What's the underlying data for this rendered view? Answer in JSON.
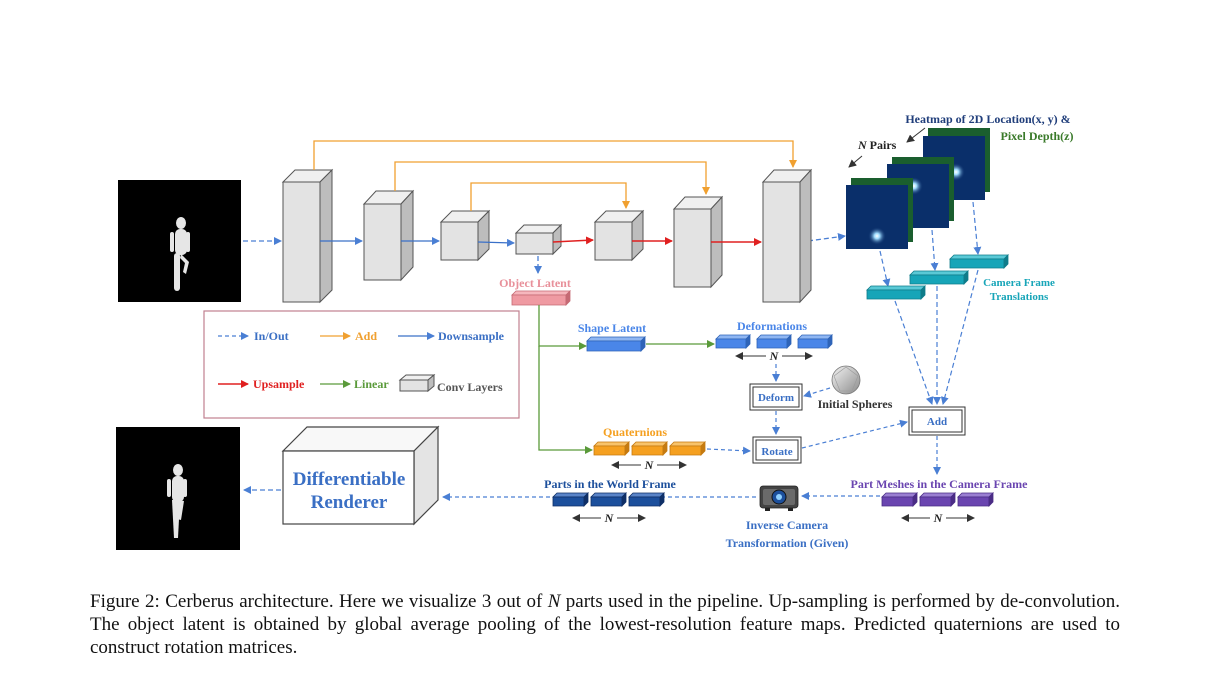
{
  "labels": {
    "heatmap_title": "Heatmap of 2D Location(x, y) &",
    "pixel_depth": "Pixel Depth(z)",
    "n_pairs_var": "N",
    "n_pairs_text": " Pairs",
    "object_latent": "Object Latent",
    "shape_latent": "Shape Latent",
    "deformations": "Deformations",
    "quaternions": "Quaternions",
    "camera_frame_translations_line1": "Camera Frame",
    "camera_frame_translations_line2": "Translations",
    "deform": "Deform",
    "rotate": "Rotate",
    "add": "Add",
    "initial_spheres": "Initial Spheres",
    "part_meshes_camera": "Part Meshes in the Camera Frame",
    "parts_world_frame": "Parts in the World Frame",
    "inverse_camera_line1": "Inverse Camera",
    "inverse_camera_line2": "Transformation (Given)",
    "renderer_line1": "Differentiable",
    "renderer_line2": "Renderer",
    "n_marker": "N"
  },
  "legend": {
    "in_out": "In/Out",
    "add": "Add",
    "downsample": "Downsample",
    "upsample": "Upsample",
    "linear": "Linear",
    "conv_layers": "Conv Layers"
  },
  "colors": {
    "in_out": "#4a7fd4",
    "add": "#f0a030",
    "downsample": "#3a70c8",
    "upsample": "#e02020",
    "linear": "#5a9a3a",
    "heatmap_title": "#1f3d7a",
    "pixel_depth": "#3a7a2a",
    "object_latent": "#e8909a",
    "shape_latent": "#4a86e8",
    "quaternions": "#f5a020",
    "camera_translations": "#17a5b8",
    "part_meshes": "#6a45b0",
    "world_parts": "#1c4f9c",
    "renderer_text": "#3a6fc4"
  },
  "caption": {
    "before_n": "Figure 2: Cerberus architecture. Here we visualize 3 out of ",
    "n_symbol": "N",
    "after_n": " parts used in the pipeline. Up-sampling is performed by de-convolution. The object latent is obtained by global average pooling of the lowest-resolution feature maps. Predicted quaternions are used to construct rotation matrices."
  }
}
